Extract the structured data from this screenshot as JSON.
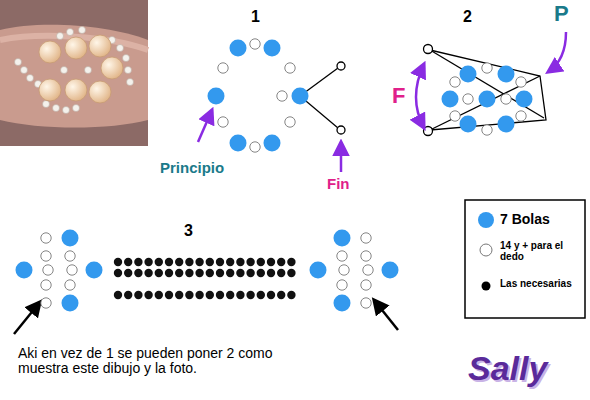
{
  "diagram": {
    "labels": [
      "1",
      "2",
      "3",
      "Principio",
      "Fin",
      "F",
      "P",
      "Aki en vez de 1 se pueden poner 2 como muestra este dibujo y la foto.",
      "Sally"
    ],
    "legend": [
      {
        "text": "7 Bolas",
        "color": "#3399ee"
      },
      {
        "text": "14 y + para el dedo",
        "color": "#ffffff"
      },
      {
        "text": "Las necesarias",
        "color": "#000000"
      }
    ]
  }
}
